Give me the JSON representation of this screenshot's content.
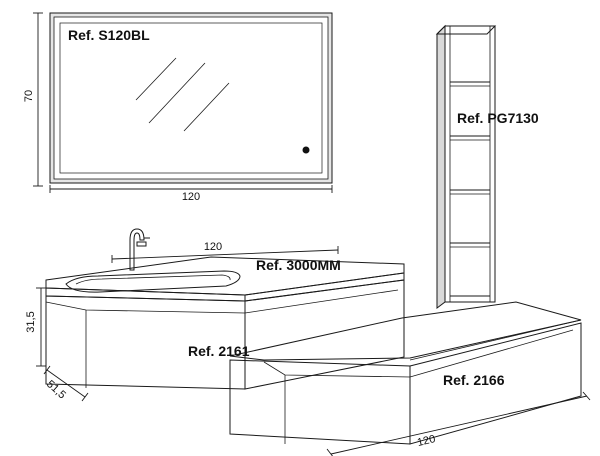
{
  "labels": {
    "mirror_ref": "Ref. S120BL",
    "shelf_ref": "Ref. PG7130",
    "basin_ref": "Ref. 3000MM",
    "cabinet_left_ref": "Ref. 2161",
    "cabinet_right_ref": "Ref. 2166"
  },
  "dimensions": {
    "mirror_height": "70",
    "mirror_width": "120",
    "basin_width": "120",
    "cabinet_height": "31,5",
    "cabinet_depth": "51,5",
    "lower_cabinet_width": "120"
  }
}
